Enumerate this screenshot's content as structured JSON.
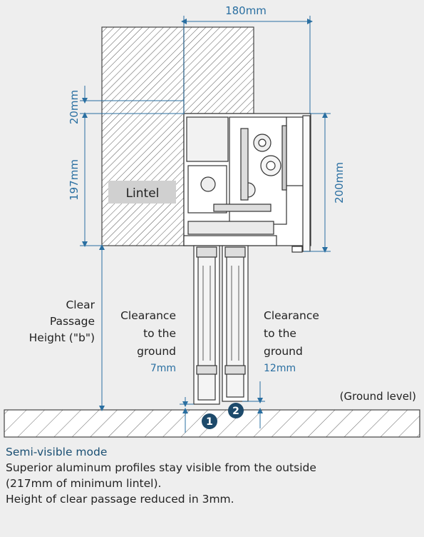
{
  "colors": {
    "dimension": "#2a6fa1",
    "badge": "#1d4a6b",
    "background": "#eeeeee"
  },
  "dimensions": {
    "width": "180mm",
    "top_gap": "20mm",
    "lintel_height": "197mm",
    "profile_height": "200mm"
  },
  "labels": {
    "lintel": "Lintel",
    "clear_passage": [
      "Clear",
      "Passage",
      "Height (\"b\")"
    ],
    "clearance_left": [
      "Clearance",
      "to the",
      "ground"
    ],
    "clearance_left_value": "7mm",
    "clearance_right": [
      "Clearance",
      "to the",
      "ground"
    ],
    "clearance_right_value": "12mm",
    "ground_level": "(Ground level)",
    "badge_1": "1",
    "badge_2": "2"
  },
  "caption": {
    "title": "Semi-visible mode",
    "line1": "Superior aluminum profiles stay visible from the outside",
    "line2": "(217mm of minimum lintel).",
    "line3": "Height of clear passage reduced in 3mm."
  }
}
